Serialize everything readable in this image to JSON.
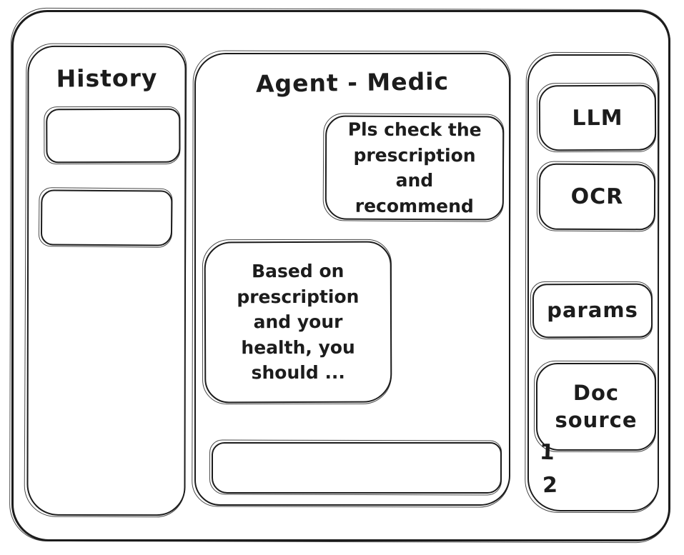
{
  "colors": {
    "stroke": "#1c1c1c",
    "background": "#ffffff"
  },
  "history_panel": {
    "title": "History",
    "items": [
      "",
      ""
    ]
  },
  "chat_panel": {
    "title": "Agent - Medic",
    "messages": [
      {
        "role": "user",
        "text": "Pls check the prescription and recommend"
      },
      {
        "role": "assistant",
        "text": "Based on prescription and your health, you should ..."
      }
    ],
    "input": {
      "value": ""
    }
  },
  "tools_panel": {
    "buttons": [
      {
        "label": "LLM"
      },
      {
        "label": "OCR"
      },
      {
        "label": "params"
      },
      {
        "label": "Doc source"
      }
    ],
    "doc_source_items": [
      "1",
      "2"
    ]
  }
}
